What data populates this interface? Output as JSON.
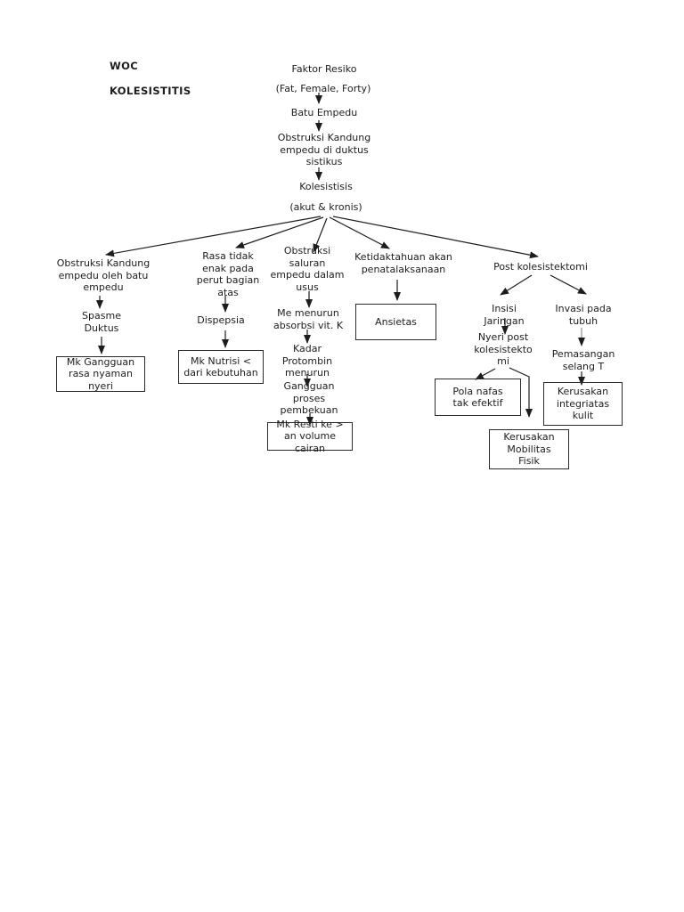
{
  "page": {
    "background": "#ffffff",
    "ink": "#1d1d1d"
  },
  "header": {
    "title_line1": "WOC",
    "title_line2": "KOLESISTITIS"
  },
  "nodes": {
    "faktor_resiko": "Faktor Resiko",
    "fat_female_forty": "(Fat, Female, Forty)",
    "batu_empedu": "Batu Empedu",
    "obstruksi_duktus": "Obstruksi Kandung\nempedu di duktus\nsistikus",
    "kolesistisis": "Kolesistisis",
    "akut_kronis": "(akut & kronis)",
    "obstruksi_batu": "Obstruksi Kandung\nempedu oleh batu\nempedu",
    "spasme_duktus": "Spasme\nDuktus",
    "mk_gangguan_nyaman": "Mk Gangguan\nrasa nyaman\nnyeri",
    "rasa_tidak_enak": "Rasa tidak\nenak pada\nperut bagian\natas",
    "dispepsia": "Dispepsia",
    "mk_nutrisi": "Mk Nutrisi <\ndari kebutuhan",
    "obstruksi_saluran": "Obstruksi\nsaluran\nempedu dalam\nusus",
    "menurun_absorbsi": "Me menurun\nabsorbsi vit. K",
    "kadar_protombin": "Kadar\nProtombin\nmenurun",
    "gangguan_pembekuan": "Gangguan\nproses\npembekuan",
    "mk_resti": "Mk Resti ke >\nan volume\ncairan",
    "ketidaktahuan": "Ketidaktahuan akan\npenatalaksanaan",
    "ansietas": "Ansietas",
    "post_kolesistektomi": "Post kolesistektomi",
    "insisi_jaringan": "Insisi\nJaringan",
    "nyeri_post": "Nyeri post\nkolesistekto\nmi",
    "pola_nafas": "Pola nafas\ntak efektif",
    "kerusakan_mobilitas": "Kerusakan\nMobilitas\nFisik",
    "invasi_tubuh": "Invasi pada\ntubuh",
    "pemasangan_selang": "Pemasangan\nselang T",
    "kerusakan_integritas": "Kerusakan\nintegriatas\nkulit"
  },
  "edges": [
    [
      "fat_female_forty",
      "batu_empedu"
    ],
    [
      "batu_empedu",
      "obstruksi_duktus"
    ],
    [
      "obstruksi_duktus",
      "kolesistisis"
    ],
    [
      "akut_kronis",
      "obstruksi_batu"
    ],
    [
      "akut_kronis",
      "rasa_tidak_enak"
    ],
    [
      "akut_kronis",
      "obstruksi_saluran"
    ],
    [
      "akut_kronis",
      "ketidaktahuan"
    ],
    [
      "akut_kronis",
      "post_kolesistektomi"
    ],
    [
      "obstruksi_batu",
      "spasme_duktus"
    ],
    [
      "spasme_duktus",
      "mk_gangguan_nyaman"
    ],
    [
      "rasa_tidak_enak",
      "dispepsia"
    ],
    [
      "dispepsia",
      "mk_nutrisi"
    ],
    [
      "obstruksi_saluran",
      "menurun_absorbsi"
    ],
    [
      "menurun_absorbsi",
      "kadar_protombin"
    ],
    [
      "kadar_protombin",
      "gangguan_pembekuan"
    ],
    [
      "gangguan_pembekuan",
      "mk_resti"
    ],
    [
      "ketidaktahuan",
      "ansietas"
    ],
    [
      "post_kolesistektomi",
      "insisi_jaringan"
    ],
    [
      "post_kolesistektomi",
      "invasi_tubuh"
    ],
    [
      "insisi_jaringan",
      "nyeri_post"
    ],
    [
      "nyeri_post",
      "pola_nafas"
    ],
    [
      "nyeri_post",
      "kerusakan_mobilitas"
    ],
    [
      "invasi_tubuh",
      "pemasangan_selang"
    ],
    [
      "pemasangan_selang",
      "kerusakan_integritas"
    ]
  ]
}
